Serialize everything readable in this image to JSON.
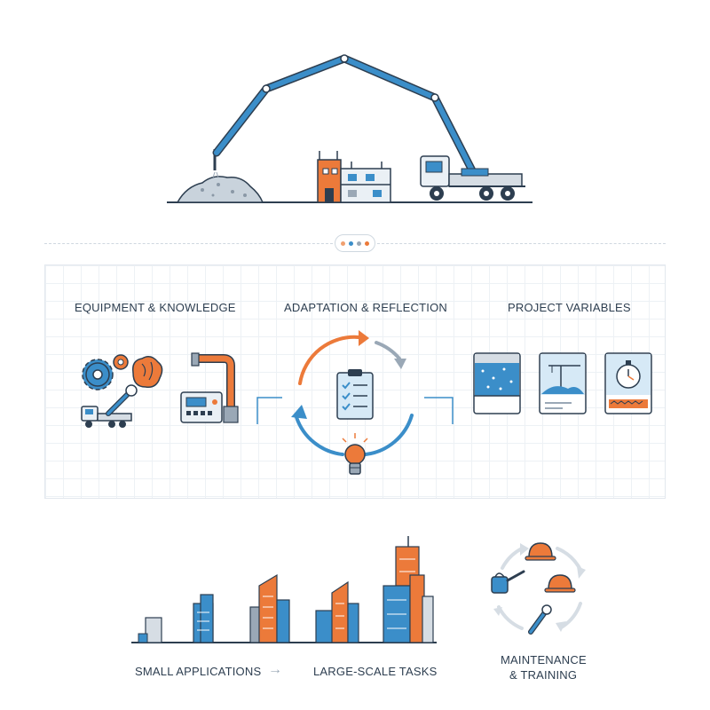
{
  "colors": {
    "blue": "#3b8ec9",
    "orange": "#ec7a3a",
    "navy": "#2d3e50",
    "gray": "#9aa8b6",
    "lightblue": "#d6e9f6"
  },
  "sections": {
    "equipment": {
      "title": "EQUIPMENT & KNOWLEDGE",
      "icons": [
        "gears-icon",
        "brain-icon",
        "truck-icon",
        "wrench-icon",
        "pipe-icon",
        "control-panel-icon"
      ]
    },
    "adaptation": {
      "title": "ADAPTATION & REFLECTION",
      "icons": [
        "cycle-arrows-icon",
        "clipboard-checklist-icon",
        "lightbulb-icon"
      ]
    },
    "variables": {
      "title": "PROJECT VARIABLES",
      "icons": [
        "concrete-mix-icon",
        "crane-site-icon",
        "stopwatch-icon"
      ]
    }
  },
  "bottom": {
    "small_label": "SMALL APPLICATIONS",
    "arrow": "→",
    "large_label": "LARGE-SCALE TASKS",
    "maintenance_line1": "MAINTENANCE",
    "maintenance_line2": "& TRAINING"
  },
  "hero": {
    "icons": [
      "concrete-pump-truck-icon",
      "building-icon",
      "concrete-pile-icon"
    ]
  },
  "divider_dots": [
    "#f0a070",
    "#3b8ec9",
    "#9aa8b6",
    "#ec7a3a"
  ]
}
